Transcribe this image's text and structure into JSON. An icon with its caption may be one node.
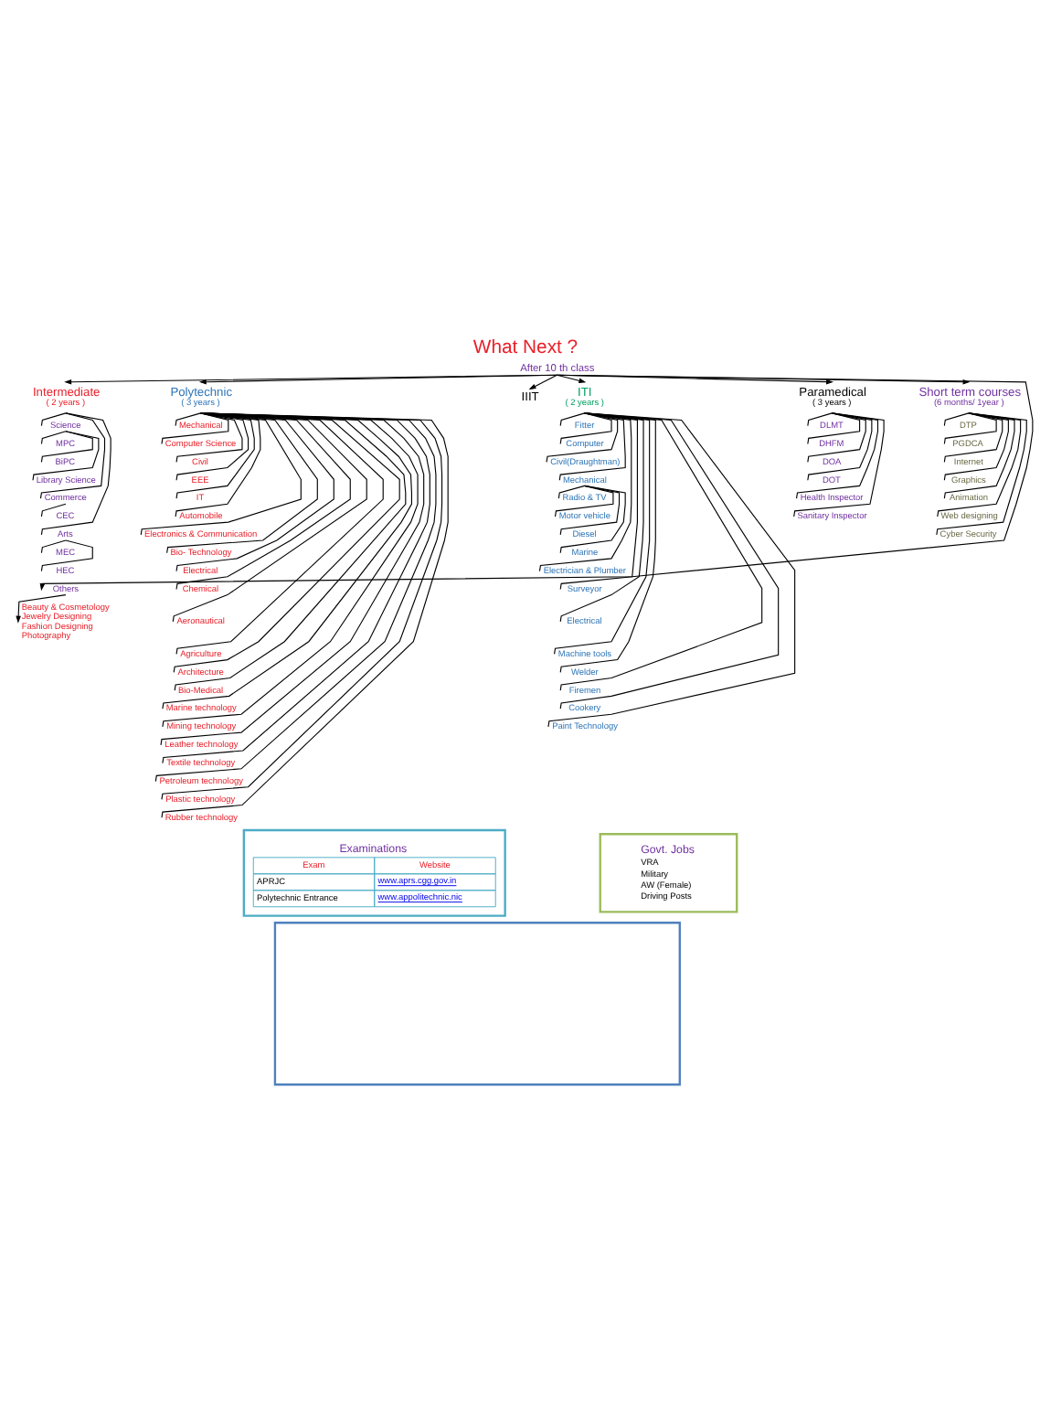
{
  "diagram": {
    "title": "What Next ?",
    "nodes": [
      {
        "text": [
          "After 10 th class"
        ]
      },
      {
        "text": [
          "Intermediate",
          "( 2 years )"
        ]
      },
      {
        "text": [
          "Polytechnic",
          "( 3 years )"
        ]
      },
      {
        "text": [
          "IIIT"
        ]
      },
      {
        "text": [
          "ITI",
          "( 2 years )"
        ]
      },
      {
        "text": [
          "Paramedical",
          "( 3 years )"
        ]
      },
      {
        "text": [
          "Short term courses",
          "(6 months/ 1year )"
        ]
      },
      {
        "text": [
          "Science"
        ]
      },
      {
        "text": [
          "MPC"
        ]
      },
      {
        "text": [
          "BiPC"
        ]
      },
      {
        "text": [
          "Library Science"
        ]
      },
      {
        "text": [
          "Commerce"
        ]
      },
      {
        "text": [
          "CEC"
        ]
      },
      {
        "text": [
          "Arts"
        ]
      },
      {
        "text": [
          "MEC"
        ]
      },
      {
        "text": [
          "HEC"
        ]
      },
      {
        "text": [
          "Others"
        ]
      },
      {
        "text": [
          "Beauty & Cosmetology",
          "Jewelry Designing",
          "Fashion Designing",
          "Photography"
        ]
      },
      {
        "text": [
          "Mechanical"
        ]
      },
      {
        "text": [
          "Computer Science"
        ]
      },
      {
        "text": [
          "Civil"
        ]
      },
      {
        "text": [
          "EEE"
        ]
      },
      {
        "text": [
          "IT"
        ]
      },
      {
        "text": [
          "Automobile"
        ]
      },
      {
        "text": [
          "Electronics & Communication"
        ]
      },
      {
        "text": [
          "Bio- Technology"
        ]
      },
      {
        "text": [
          "Electrical"
        ]
      },
      {
        "text": [
          "Chemical"
        ]
      },
      {
        "text": [
          "Aeronautical"
        ]
      },
      {
        "text": [
          "Agriculture"
        ]
      },
      {
        "text": [
          "Architecture"
        ]
      },
      {
        "text": [
          "Bio-Medical"
        ]
      },
      {
        "text": [
          "Marine technology"
        ]
      },
      {
        "text": [
          "Mining technology"
        ]
      },
      {
        "text": [
          "Leather technology"
        ]
      },
      {
        "text": [
          "Textile technology"
        ]
      },
      {
        "text": [
          "Petroleum technology"
        ]
      },
      {
        "text": [
          "Plastic technology"
        ]
      },
      {
        "text": [
          "Rubber technology"
        ]
      },
      {
        "text": [
          "Fitter"
        ]
      },
      {
        "text": [
          "Computer"
        ]
      },
      {
        "text": [
          "Civil(Draughtman)"
        ]
      },
      {
        "text": [
          "Mechanical"
        ]
      },
      {
        "text": [
          "Radio & TV"
        ]
      },
      {
        "text": [
          "Motor vehicle"
        ]
      },
      {
        "text": [
          "Diesel"
        ]
      },
      {
        "text": [
          "Marine"
        ]
      },
      {
        "text": [
          "Electrician & Plumber"
        ]
      },
      {
        "text": [
          "Surveyor"
        ]
      },
      {
        "text": [
          "Electrical"
        ]
      },
      {
        "text": [
          "Machine tools"
        ]
      },
      {
        "text": [
          "Welder"
        ]
      },
      {
        "text": [
          "Firemen"
        ]
      },
      {
        "text": [
          "Cookery"
        ]
      },
      {
        "text": [
          "Paint Technology"
        ]
      },
      {
        "text": [
          "DLMT"
        ]
      },
      {
        "text": [
          "DHFM"
        ]
      },
      {
        "text": [
          "DOA"
        ]
      },
      {
        "text": [
          "DOT"
        ]
      },
      {
        "text": [
          "Health Inspector"
        ]
      },
      {
        "text": [
          "Sanitary Inspector"
        ]
      },
      {
        "text": [
          "DTP"
        ]
      },
      {
        "text": [
          "PGDCA"
        ]
      },
      {
        "text": [
          "Internet"
        ]
      },
      {
        "text": [
          "Graphics"
        ]
      },
      {
        "text": [
          "Animation"
        ]
      },
      {
        "text": [
          "Web designing"
        ]
      },
      {
        "text": [
          "Cyber Security"
        ]
      },
      {
        "text": [
          "Examinations",
          "Exam",
          "Website",
          "APRJC",
          "www.aprs.cgg.gov.in",
          "Polytechnic Entrance",
          "www.appolitechnic.nic"
        ]
      },
      {
        "text": [
          "Govt. Jobs",
          "VRA",
          "Military",
          "AW (Female)",
          "Driving Posts"
        ]
      },
      {
        "text": [],
        "shape": "box"
      }
    ],
    "edges": [
      {
        "from": 0,
        "to": 1,
        "arrow": "to"
      },
      {
        "from": 0,
        "to": 2,
        "arrow": "to"
      },
      {
        "from": 0,
        "to": 3,
        "arrow": "to"
      },
      {
        "from": 0,
        "to": 4,
        "arrow": "to"
      },
      {
        "from": 0,
        "to": 5,
        "arrow": "to"
      },
      {
        "from": 0,
        "to": 6,
        "arrow": "to"
      },
      {
        "from": 0,
        "to": 16,
        "arrow": "to"
      },
      {
        "from": 16,
        "to": 17,
        "arrow": "to"
      },
      {
        "from": 1,
        "to": 7,
        "arrow": "none"
      },
      {
        "from": 1,
        "to": 11,
        "arrow": "none"
      },
      {
        "from": 1,
        "to": 13,
        "arrow": "none"
      },
      {
        "from": 7,
        "to": 8,
        "arrow": "none"
      },
      {
        "from": 7,
        "to": 9,
        "arrow": "none"
      },
      {
        "from": 7,
        "to": 10,
        "arrow": "none"
      },
      {
        "from": 11,
        "to": 12,
        "arrow": "none"
      },
      {
        "from": 13,
        "to": 14,
        "arrow": "none"
      },
      {
        "from": 13,
        "to": 15,
        "arrow": "none"
      },
      {
        "from": 2,
        "to": 18,
        "arrow": "none"
      },
      {
        "from": 2,
        "to": 19,
        "arrow": "none"
      },
      {
        "from": 2,
        "to": 20,
        "arrow": "none"
      },
      {
        "from": 2,
        "to": 21,
        "arrow": "none"
      },
      {
        "from": 2,
        "to": 22,
        "arrow": "none"
      },
      {
        "from": 2,
        "to": 23,
        "arrow": "none"
      },
      {
        "from": 2,
        "to": 24,
        "arrow": "none"
      },
      {
        "from": 2,
        "to": 25,
        "arrow": "none"
      },
      {
        "from": 2,
        "to": 26,
        "arrow": "none"
      },
      {
        "from": 2,
        "to": 27,
        "arrow": "none"
      },
      {
        "from": 2,
        "to": 28,
        "arrow": "none"
      },
      {
        "from": 2,
        "to": 29,
        "arrow": "none"
      },
      {
        "from": 2,
        "to": 30,
        "arrow": "none"
      },
      {
        "from": 2,
        "to": 31,
        "arrow": "none"
      },
      {
        "from": 2,
        "to": 32,
        "arrow": "none"
      },
      {
        "from": 2,
        "to": 33,
        "arrow": "none"
      },
      {
        "from": 2,
        "to": 34,
        "arrow": "none"
      },
      {
        "from": 2,
        "to": 35,
        "arrow": "none"
      },
      {
        "from": 2,
        "to": 36,
        "arrow": "none"
      },
      {
        "from": 2,
        "to": 37,
        "arrow": "none"
      },
      {
        "from": 2,
        "to": 38,
        "arrow": "none"
      },
      {
        "from": 4,
        "to": 39,
        "arrow": "none"
      },
      {
        "from": 4,
        "to": 40,
        "arrow": "none"
      },
      {
        "from": 4,
        "to": 41,
        "arrow": "none"
      },
      {
        "from": 4,
        "to": 42,
        "arrow": "none"
      },
      {
        "from": 42,
        "to": 43,
        "arrow": "none"
      },
      {
        "from": 42,
        "to": 44,
        "arrow": "none"
      },
      {
        "from": 42,
        "to": 45,
        "arrow": "none"
      },
      {
        "from": 42,
        "to": 46,
        "arrow": "none"
      },
      {
        "from": 4,
        "to": 47,
        "arrow": "none"
      },
      {
        "from": 4,
        "to": 48,
        "arrow": "none"
      },
      {
        "from": 4,
        "to": 49,
        "arrow": "none"
      },
      {
        "from": 4,
        "to": 50,
        "arrow": "none"
      },
      {
        "from": 4,
        "to": 51,
        "arrow": "none"
      },
      {
        "from": 4,
        "to": 52,
        "arrow": "none"
      },
      {
        "from": 4,
        "to": 53,
        "arrow": "none"
      },
      {
        "from": 4,
        "to": 54,
        "arrow": "none"
      },
      {
        "from": 5,
        "to": 55,
        "arrow": "none"
      },
      {
        "from": 5,
        "to": 56,
        "arrow": "none"
      },
      {
        "from": 5,
        "to": 57,
        "arrow": "none"
      },
      {
        "from": 5,
        "to": 58,
        "arrow": "none"
      },
      {
        "from": 5,
        "to": 59,
        "arrow": "none"
      },
      {
        "from": 5,
        "to": 60,
        "arrow": "none"
      },
      {
        "from": 6,
        "to": 61,
        "arrow": "none"
      },
      {
        "from": 6,
        "to": 62,
        "arrow": "none"
      },
      {
        "from": 6,
        "to": 63,
        "arrow": "none"
      },
      {
        "from": 6,
        "to": 64,
        "arrow": "none"
      },
      {
        "from": 6,
        "to": 65,
        "arrow": "none"
      },
      {
        "from": 6,
        "to": 66,
        "arrow": "none"
      },
      {
        "from": 6,
        "to": 67,
        "arrow": "none"
      }
    ]
  }
}
